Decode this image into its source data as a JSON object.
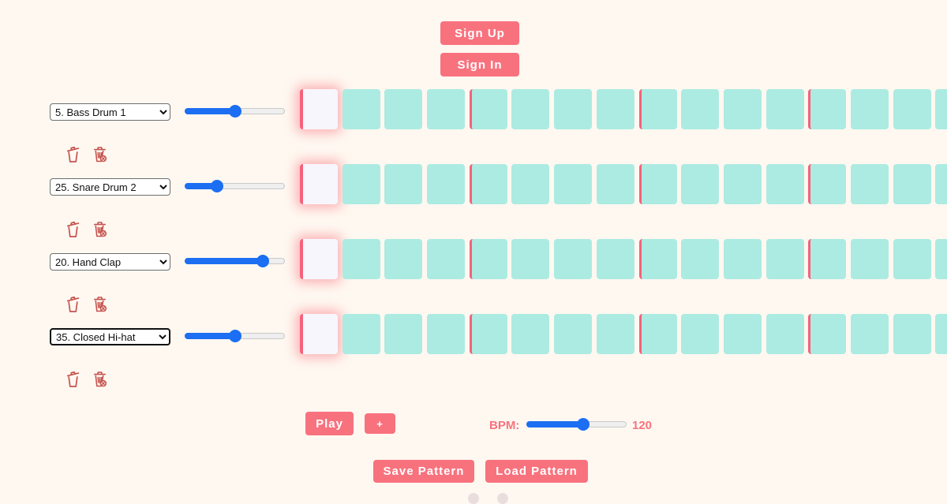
{
  "theme": {
    "bg": "#FFF8F1",
    "pink": "#F8727E",
    "blue": "#1C6EF2",
    "teal": "#ACEBE1",
    "marker": "#F4627C",
    "active-cell": "#F8F6FD",
    "icon-red": "#C4534E"
  },
  "auth": {
    "sign_up_label": "Sign Up",
    "sign_in_label": "Sign In"
  },
  "sequencer": {
    "steps_per_track": 16,
    "beat_marker_every": 4,
    "active_step": 1,
    "tracks": [
      {
        "instrument": "5. Bass Drum 1",
        "volume_percent": 50,
        "focused": false
      },
      {
        "instrument": "25. Snare Drum 2",
        "volume_percent": 32,
        "focused": false
      },
      {
        "instrument": "20. Hand Clap",
        "volume_percent": 78,
        "focused": false
      },
      {
        "instrument": "35. Closed Hi-hat",
        "volume_percent": 50,
        "focused": true
      }
    ],
    "icons": {
      "clear_track": "trash-open-lid-icon",
      "delete_track": "trash-x-badge-icon"
    }
  },
  "transport": {
    "play_label": "Play",
    "add_track_label": "+",
    "bpm_label": "BPM:",
    "bpm_value": "120",
    "bpm_percent": 57
  },
  "pattern_actions": {
    "save_label": "Save Pattern",
    "load_label": "Load Pattern"
  }
}
